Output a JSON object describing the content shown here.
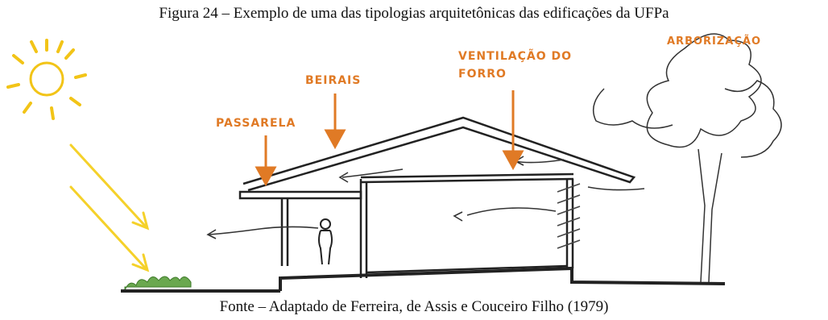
{
  "figure": {
    "title": "Figura 24 – Exemplo de uma das tipologias arquitetônicas das edificações da UFPa",
    "source": "Fonte – Adaptado de Ferreira, de Assis e Couceiro Filho (1979)"
  },
  "labels": {
    "passarela": "PASSARELA",
    "beirais": "BEIRAIS",
    "ventilacao_line1": "VENTILAÇÃO DO",
    "ventilacao_line2": "FORRO",
    "arborizacao": "ARBORIZAÇÃO"
  },
  "colors": {
    "label": "#e07a25",
    "arrow": "#e07a25",
    "sun": "#f2c417",
    "sun_ray": "#f5d12a",
    "sketch": "#222222",
    "grass": "#6aa84f"
  }
}
